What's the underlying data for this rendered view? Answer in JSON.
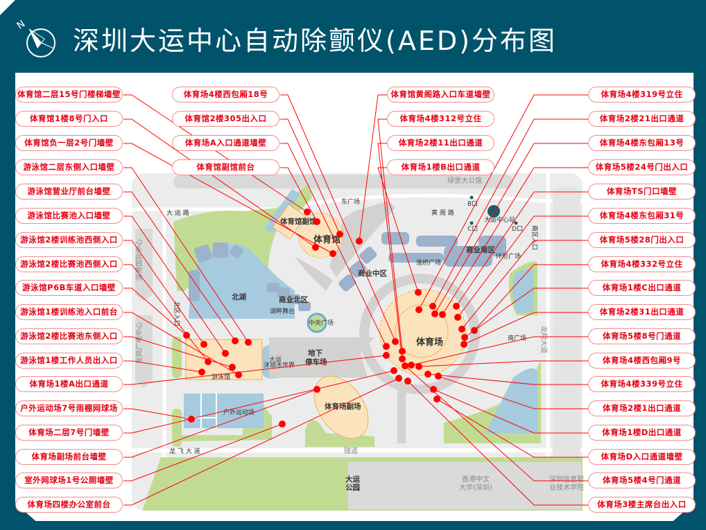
{
  "header": {
    "title": "深圳大运中心自动除颤仪(AED)分布图",
    "compass_letter": "N"
  },
  "colors": {
    "frame": "#00536b",
    "callout_text": "#e60012",
    "callout_border": "#f48a8a",
    "marker": "#ff0000",
    "green": "#c1dc92",
    "water": "#a6cade",
    "building": "#9db2cc",
    "venue": "#fbe3bd"
  },
  "callouts": {
    "left": [
      "体育馆二层15号门楼梯墙壁",
      "体育馆1楼8号门入口",
      "体育馆负一层2号门墙壁",
      "游泳馆二层东侧入口墙壁",
      "游泳馆营业厅前台墙壁",
      "游泳馆比赛池入口墙壁",
      "游泳馆2楼训练池西侧入口",
      "游泳馆2楼比赛池西侧入口",
      "游泳馆P6B车道入口墙壁",
      "游泳馆1楼训练池入口前台",
      "游泳馆2楼比赛池东侧入口",
      "游泳馆1楼工作人员出入口",
      "体育场1楼A出口通道",
      "户外运动场7号雨棚网球场",
      "体育场二层7号门墙壁",
      "体育场副场前台墙壁",
      "室外网球场1号公厕墙壁",
      "体育场四楼办公室前台"
    ],
    "middle": [
      "体育场4楼西包厢18号",
      "体育馆2楼305出入口",
      "体育场A入口通道墙壁",
      "体育馆副馆前台"
    ],
    "middle_right": [
      "体育馆黄阁路入口车道墙壁",
      "体育场4楼312号立住",
      "体育场2楼11出口通道",
      "体育场1楼B出口通道"
    ],
    "right": [
      "体育场4楼319号立住",
      "体育场2楼21出口通道",
      "体育场4楼东包厢13号",
      "体育场5楼24号门出入口",
      "体育场TS门口墙壁",
      "体育场4楼东包厢31号",
      "体育场5楼28门出入口",
      "体育场4楼332号立住",
      "体育场1楼C出口通道",
      "体育场2楼31出口通道",
      "体育场5楼8号门通道",
      "体育场4楼西包厢9号",
      "体育场4楼339号立住",
      "体育场2楼1出口通道",
      "体育场1楼D出口通道",
      "体育场D入口通道墙壁",
      "体育场5楼4号门通道",
      "体育场3楼主席台出入口"
    ]
  },
  "map_labels": {
    "lvjing": "绿景大公馆",
    "huangge_road": "黄 阁 路",
    "exit_b": "B口",
    "exit_c": "C口",
    "exit_d": "D口",
    "metro_station": "大运中心站",
    "south_entrance": "南区入口",
    "north_entrance": "北区入口",
    "commercial_south": "商业南区",
    "ring_plaza": "环形广场",
    "yiqiao_plaza": "逸桥广场",
    "commercial_middle": "商业中区",
    "east_plaza": "东广场",
    "gym_annex": "体育馆副馆",
    "gym": "体育馆",
    "dayun_road": "大 运 路",
    "shengang_center": "深港国际中心",
    "longgang_tv": "龙岗广电中心",
    "north_lake": "北湖",
    "commercial_north": "商业北区",
    "lakeside_stage": "湖畔舞台",
    "central_plaza": "中央广场",
    "parking_1": "地下",
    "parking_2": "停车场",
    "natatorium": "游泳馆",
    "waterworld_1": "大运",
    "waterworld_2": "沐丽水世界",
    "outdoor_field": "户外运动场",
    "stadium_annex": "体育场副场",
    "longfei_road": "龙 飞 大 道",
    "tunnel": "隧道",
    "dayun_park_1": "大运",
    "dayun_park_2": "公园",
    "cuhk_1": "香港中文",
    "cuhk_2": "大学(深圳)",
    "sziit_1": "深圳信息职",
    "sziit_2": "业技术学院",
    "stadium": "体育场",
    "south_plaza": "南广场",
    "longxiang_road": "龙翔大道"
  }
}
